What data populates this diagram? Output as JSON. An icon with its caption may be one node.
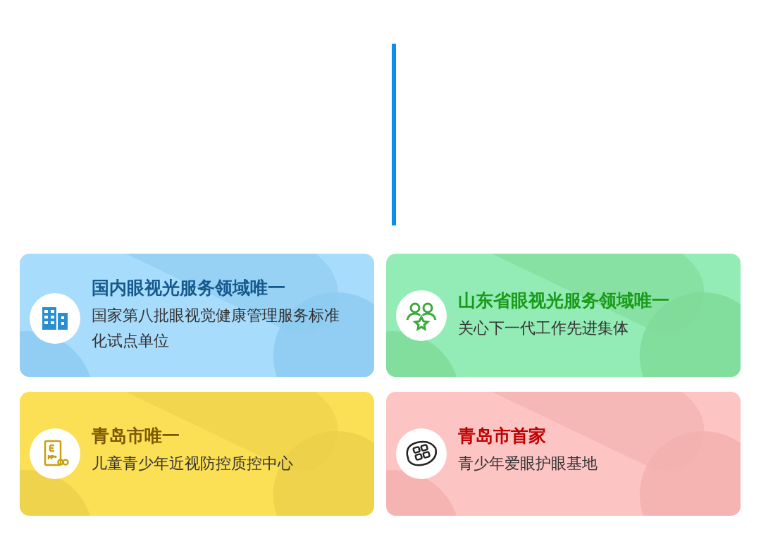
{
  "diagram": {
    "nodes": [
      {
        "text": [
          "国内眼视光服务领域唯一",
          "国家第八批眼视觉健康管理服务标准化试点单位"
        ]
      },
      {
        "text": [
          "山东省眼视光服务领域唯一",
          "关心下一代工作先进集体"
        ]
      },
      {
        "text": [
          "青岛市唯一",
          "儿童青少年近视防控质控中心"
        ]
      },
      {
        "text": [
          "青岛市首家",
          "青少年爱眼护眼基地"
        ]
      }
    ]
  }
}
